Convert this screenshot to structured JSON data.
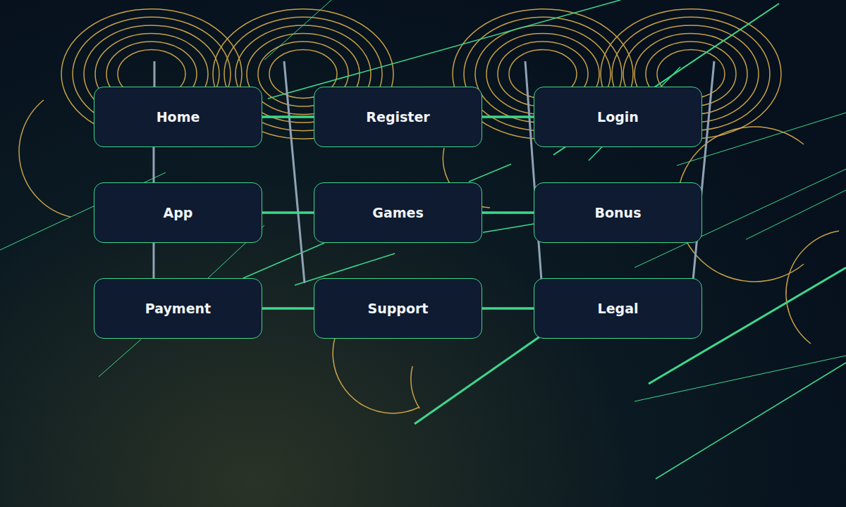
{
  "diagram": {
    "nodes": [
      {
        "text": [
          "Home"
        ]
      },
      {
        "text": [
          "Register"
        ]
      },
      {
        "text": [
          "Login"
        ]
      },
      {
        "text": [
          "App"
        ]
      },
      {
        "text": [
          "Games"
        ]
      },
      {
        "text": [
          "Bonus"
        ]
      },
      {
        "text": [
          "Payment"
        ]
      },
      {
        "text": [
          "Support"
        ]
      },
      {
        "text": [
          "Legal"
        ]
      }
    ],
    "edges": [
      {
        "from": 0,
        "to": 1,
        "arrow": "none"
      },
      {
        "from": 1,
        "to": 2,
        "arrow": "none"
      },
      {
        "from": 3,
        "to": 4,
        "arrow": "none"
      },
      {
        "from": 4,
        "to": 5,
        "arrow": "none"
      },
      {
        "from": 6,
        "to": 7,
        "arrow": "none"
      },
      {
        "from": 7,
        "to": 8,
        "arrow": "none"
      },
      {
        "from": 0,
        "to": 3,
        "arrow": "none"
      },
      {
        "from": 3,
        "to": 6,
        "arrow": "none"
      }
    ]
  }
}
